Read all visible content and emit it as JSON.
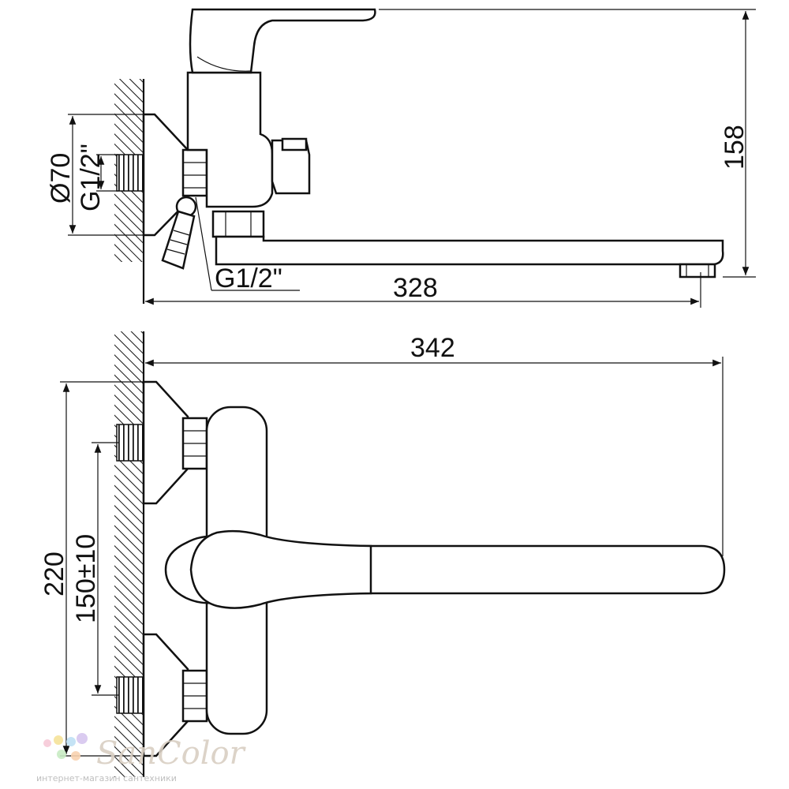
{
  "dimensions": {
    "height_total": "158",
    "length_side": "328",
    "length_top": "342",
    "flange_diameter": "Ø70",
    "inlet_thread_side": "G1/2\"",
    "outlet_thread": "G1/2\"",
    "height_body": "220",
    "center_distance": "150±10"
  },
  "watermark": {
    "name": "SanColor",
    "tagline": "интернет-магазин сантехники",
    "dot_colors": [
      "#f7c9d8",
      "#f6e39a",
      "#bfe0f5",
      "#d6c6ef",
      "#c8ecc4",
      "#f9d2b0"
    ]
  }
}
